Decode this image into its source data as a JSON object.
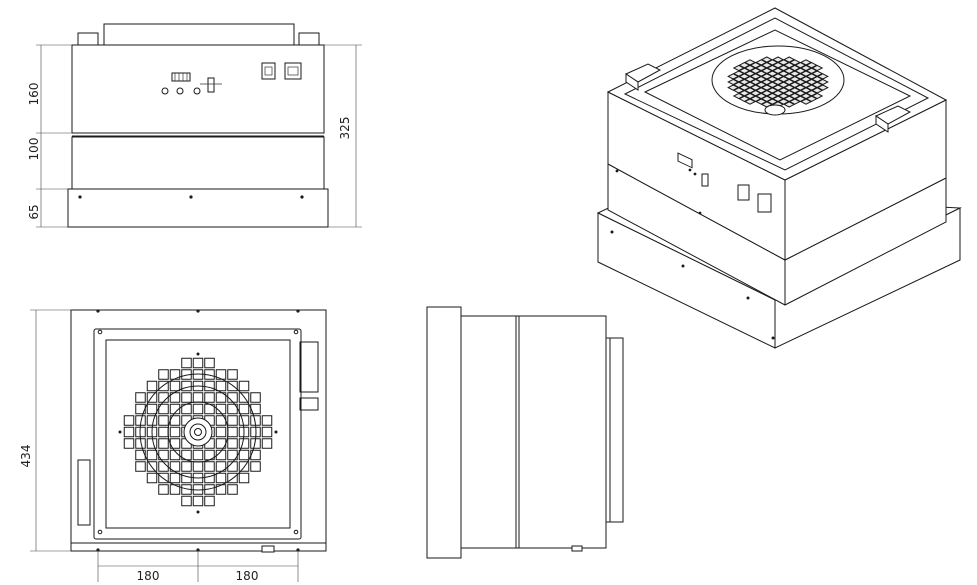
{
  "dimensions": {
    "front_top_height": "160",
    "front_mid_height": "100",
    "front_base_height": "65",
    "front_total_height": "325",
    "top_view_depth": "434",
    "bottom_left_spacing": "180",
    "bottom_right_spacing": "180"
  },
  "colors": {
    "line": "#1a1a1a",
    "background": "#ffffff",
    "shade": "#e9e9e9"
  }
}
